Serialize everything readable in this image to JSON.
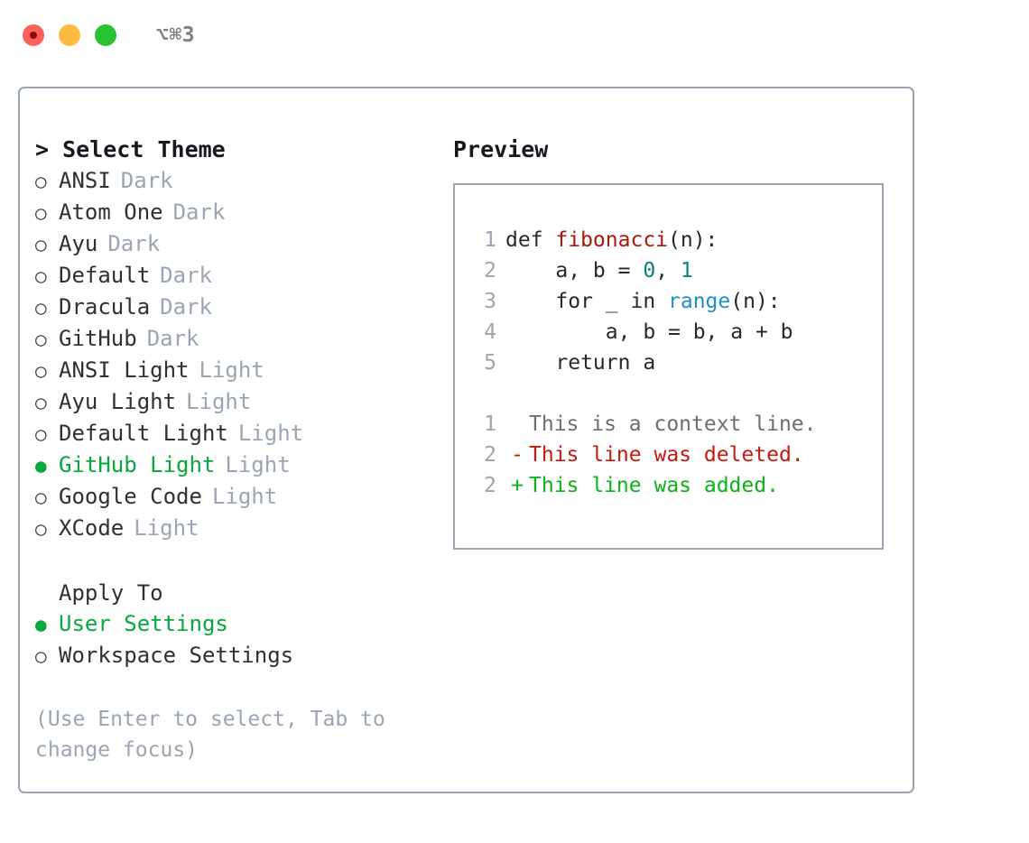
{
  "titlebar": {
    "shortcut": "⌥⌘3",
    "buttons": [
      {
        "name": "close",
        "color": "#fc6058"
      },
      {
        "name": "minimize",
        "color": "#fdbc40"
      },
      {
        "name": "maximize",
        "color": "#2ac134"
      }
    ]
  },
  "theme_panel": {
    "header": "> Select Theme",
    "items": [
      {
        "marker": "○",
        "name": "ANSI",
        "tag": "Dark",
        "selected": false
      },
      {
        "marker": "○",
        "name": "Atom One",
        "tag": "Dark",
        "selected": false
      },
      {
        "marker": "○",
        "name": "Ayu",
        "tag": "Dark",
        "selected": false
      },
      {
        "marker": "○",
        "name": "Default",
        "tag": "Dark",
        "selected": false
      },
      {
        "marker": "○",
        "name": "Dracula",
        "tag": "Dark",
        "selected": false
      },
      {
        "marker": "○",
        "name": "GitHub",
        "tag": "Dark",
        "selected": false
      },
      {
        "marker": "○",
        "name": "ANSI Light",
        "tag": "Light",
        "selected": false
      },
      {
        "marker": "○",
        "name": "Ayu Light",
        "tag": "Light",
        "selected": false
      },
      {
        "marker": "○",
        "name": "Default Light",
        "tag": "Light",
        "selected": false
      },
      {
        "marker": "●",
        "name": "GitHub Light",
        "tag": "Light",
        "selected": true
      },
      {
        "marker": "○",
        "name": "Google Code",
        "tag": "Light",
        "selected": false
      },
      {
        "marker": "○",
        "name": "XCode",
        "tag": "Light",
        "selected": false
      }
    ]
  },
  "apply_to": {
    "label": "Apply To",
    "options": [
      {
        "marker": "●",
        "name": "User Settings",
        "selected": true
      },
      {
        "marker": "○",
        "name": "Workspace Settings",
        "selected": false
      }
    ]
  },
  "hint": "(Use Enter to select, Tab to change focus)",
  "preview": {
    "header": "Preview",
    "code_lines": [
      {
        "lineno": "1",
        "tokens": [
          {
            "text": "def ",
            "type": "plain"
          },
          {
            "text": "fibonacci",
            "type": "fn"
          },
          {
            "text": "(n):",
            "type": "plain"
          }
        ]
      },
      {
        "lineno": "2",
        "tokens": [
          {
            "text": "    a, b = ",
            "type": "plain"
          },
          {
            "text": "0",
            "type": "num"
          },
          {
            "text": ", ",
            "type": "plain"
          },
          {
            "text": "1",
            "type": "num"
          }
        ]
      },
      {
        "lineno": "3",
        "tokens": [
          {
            "text": "    for _ in ",
            "type": "plain"
          },
          {
            "text": "range",
            "type": "call"
          },
          {
            "text": "(n):",
            "type": "plain"
          }
        ]
      },
      {
        "lineno": "4",
        "tokens": [
          {
            "text": "        a, b = b, a + b",
            "type": "plain"
          }
        ]
      },
      {
        "lineno": "5",
        "tokens": [
          {
            "text": "    return a",
            "type": "plain"
          }
        ]
      }
    ],
    "diff_lines": [
      {
        "lineno": "1",
        "sign": " ",
        "text": "This is a context line.",
        "kind": "context"
      },
      {
        "lineno": "2",
        "sign": "-",
        "text": "This line was deleted.",
        "kind": "del"
      },
      {
        "lineno": "2",
        "sign": "+",
        "text": "This line was added.",
        "kind": "add"
      }
    ]
  },
  "colors": {
    "accent_green": "#07a83c",
    "muted_blue_gray": "#9aa5b4",
    "border": "#9aa5b4",
    "text": "#2c3136",
    "diff_added": "#0ab318",
    "diff_deleted": "#c41a0f",
    "syntax_function": "#b01509",
    "syntax_number": "#0a8080",
    "syntax_call": "#1f8fc4"
  }
}
